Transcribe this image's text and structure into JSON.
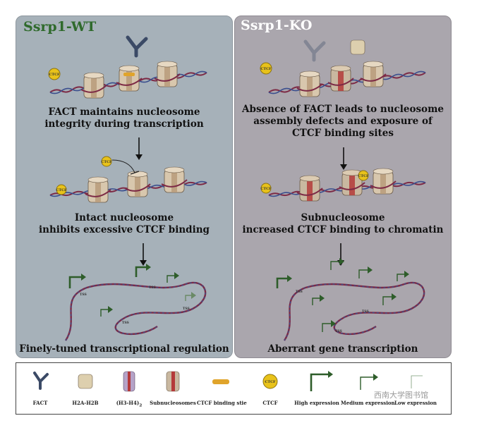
{
  "wt": {
    "title": "Ssrp1-WT",
    "step1": [
      "FACT maintains nucleosome",
      "integrity during transcription"
    ],
    "step2": [
      "Intact nucleosome",
      "inhibits excessive CTCF binding"
    ],
    "step3": [
      "Finely-tuned transcriptional regulation"
    ]
  },
  "ko": {
    "title": "Ssrp1-KO",
    "step1": [
      "Absence of FACT leads to nucleosome",
      "assembly defects and exposure of",
      "CTCF binding sites"
    ],
    "step2": [
      "Subnucleosome",
      "increased CTCF binding to chromatin"
    ],
    "step3": [
      "Aberrant gene transcription"
    ]
  },
  "ctcf_label": "CTCF",
  "tss_label": "TSS",
  "legend": [
    {
      "label": "FACT",
      "icon": "fact-icon"
    },
    {
      "label": "H2A-H2B",
      "icon": "h2a-h2b-icon"
    },
    {
      "label": "(H3-H4)",
      "sub": "2",
      "icon": "h3-h4-icon"
    },
    {
      "label": "Subnucleosomes",
      "icon": "subnucleosome-icon"
    },
    {
      "label": "CTCF binding stie",
      "icon": "ctcf-binding-site-icon"
    },
    {
      "label": "CTCF",
      "icon": "ctcf-icon"
    },
    {
      "label": "High expression",
      "icon": "high-expression-arrow-icon"
    },
    {
      "label": "Medium expression",
      "icon": "medium-expression-arrow-icon"
    },
    {
      "label": "Low expression",
      "icon": "low-expression-arrow-icon"
    }
  ],
  "stamp": "西南大学图书馆",
  "colors": {
    "wt_panel": "#a6b1b9",
    "ko_panel": "#aaa6ad",
    "wt_title": "#2f6a2c",
    "arrow_green": "#2e5d2a",
    "ctcf_yellow": "#e8c21a"
  }
}
